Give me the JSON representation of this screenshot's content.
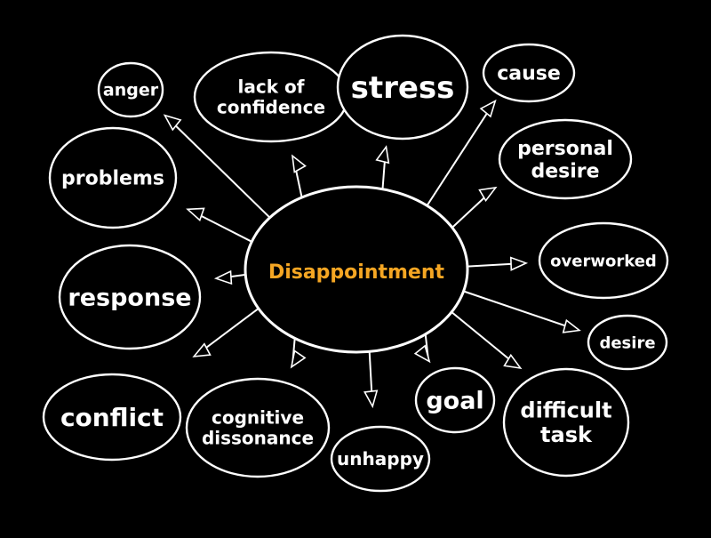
{
  "colors": {
    "background": "#000000",
    "stroke": "#ffffff",
    "text": "#ffffff",
    "center_text": "#f5a623"
  },
  "center": {
    "label": "Disappointment"
  },
  "nodes": [
    {
      "id": "anger",
      "lines": [
        "anger"
      ]
    },
    {
      "id": "lack-of-confidence",
      "lines": [
        "lack of",
        "confidence"
      ]
    },
    {
      "id": "stress",
      "lines": [
        "stress"
      ]
    },
    {
      "id": "cause",
      "lines": [
        "cause"
      ]
    },
    {
      "id": "personal-desire",
      "lines": [
        "personal",
        "desire"
      ]
    },
    {
      "id": "overworked",
      "lines": [
        "overworked"
      ]
    },
    {
      "id": "desire",
      "lines": [
        "desire"
      ]
    },
    {
      "id": "difficult-task",
      "lines": [
        "difficult",
        "task"
      ]
    },
    {
      "id": "goal",
      "lines": [
        "goal"
      ]
    },
    {
      "id": "unhappy",
      "lines": [
        "unhappy"
      ]
    },
    {
      "id": "cognitive-dissonance",
      "lines": [
        "cognitive",
        "dissonance"
      ]
    },
    {
      "id": "conflict",
      "lines": [
        "conflict"
      ]
    },
    {
      "id": "response",
      "lines": [
        "response"
      ]
    },
    {
      "id": "problems",
      "lines": [
        "problems"
      ]
    }
  ]
}
